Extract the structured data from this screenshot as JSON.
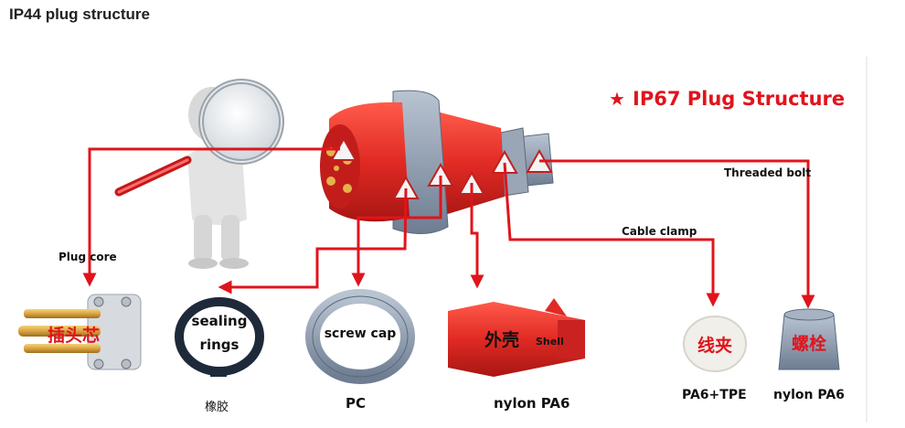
{
  "page": {
    "title": "IP44 plug structure"
  },
  "diagram": {
    "heading": "IP67 Plug Structure",
    "callouts": {
      "plug_core": "Plug core",
      "cable_clamp": "Cable clamp",
      "threaded_bolt": "Threaded bolt"
    },
    "parts": {
      "plug_core": {
        "cn": "插头芯"
      },
      "sealing_rings": {
        "name_line1": "sealing",
        "name_line2": "rings",
        "material": "橡胶"
      },
      "screw_cap": {
        "name": "screw cap",
        "material": "PC"
      },
      "shell": {
        "cn": "外壳",
        "en": "Shell",
        "material": "nylon PA6"
      },
      "cable_clamp": {
        "cn": "线夹",
        "material": "PA6+TPE"
      },
      "threaded_bolt": {
        "cn": "螺栓",
        "material": "nylon PA6"
      }
    },
    "colors": {
      "arrow": "#e0141c",
      "plug_red": "#e32a2a",
      "gray_part": "#8e9db2",
      "gold": "#d9a441"
    }
  }
}
